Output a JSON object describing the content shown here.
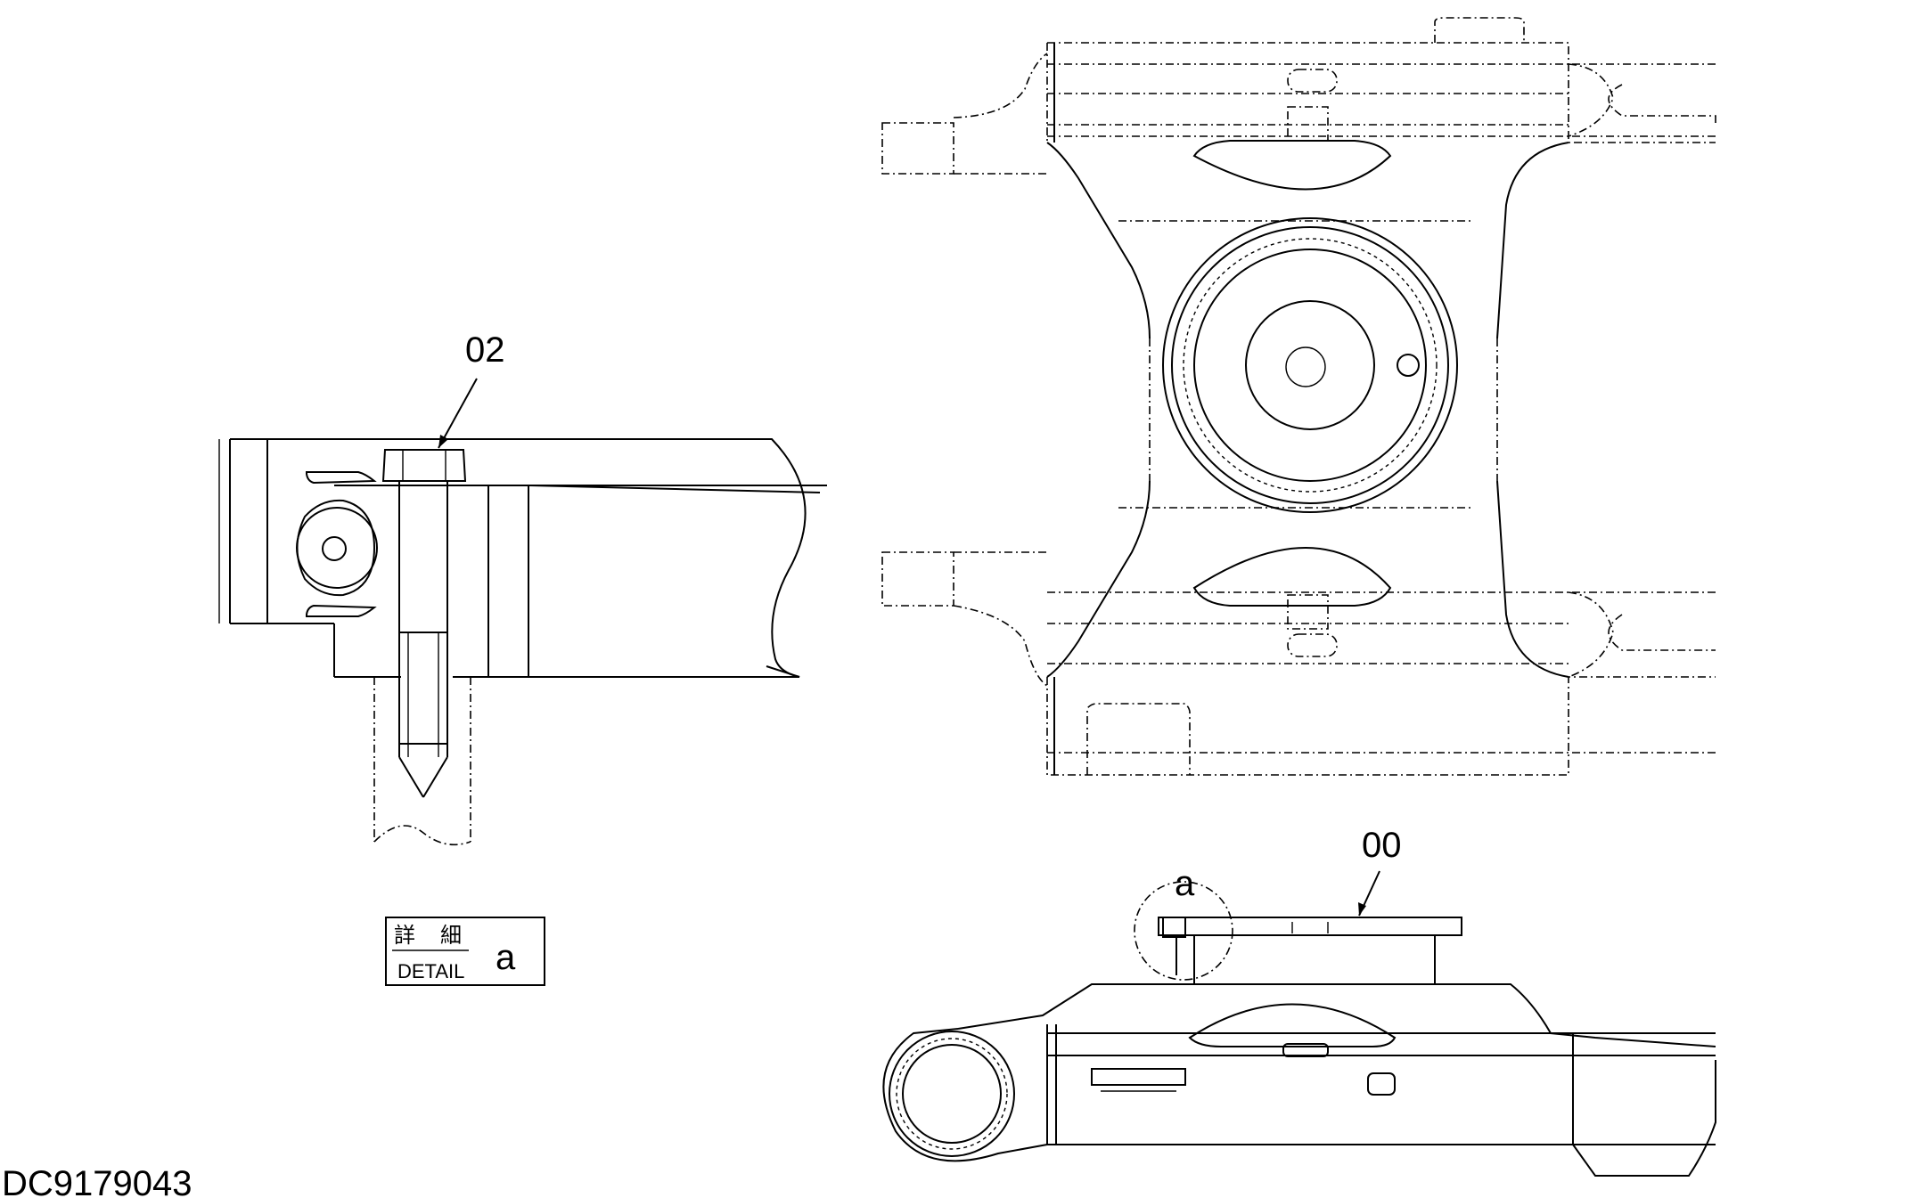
{
  "labels": {
    "callout_02": "02",
    "callout_00": "00",
    "callout_a": "a",
    "drawing_id": "DC9179043"
  },
  "detail_box": {
    "jp_char_1": "詳",
    "jp_char_2": "細",
    "en_label": "DETAIL",
    "letter": "a"
  },
  "colors": {
    "line": "#000000",
    "background": "#ffffff"
  }
}
